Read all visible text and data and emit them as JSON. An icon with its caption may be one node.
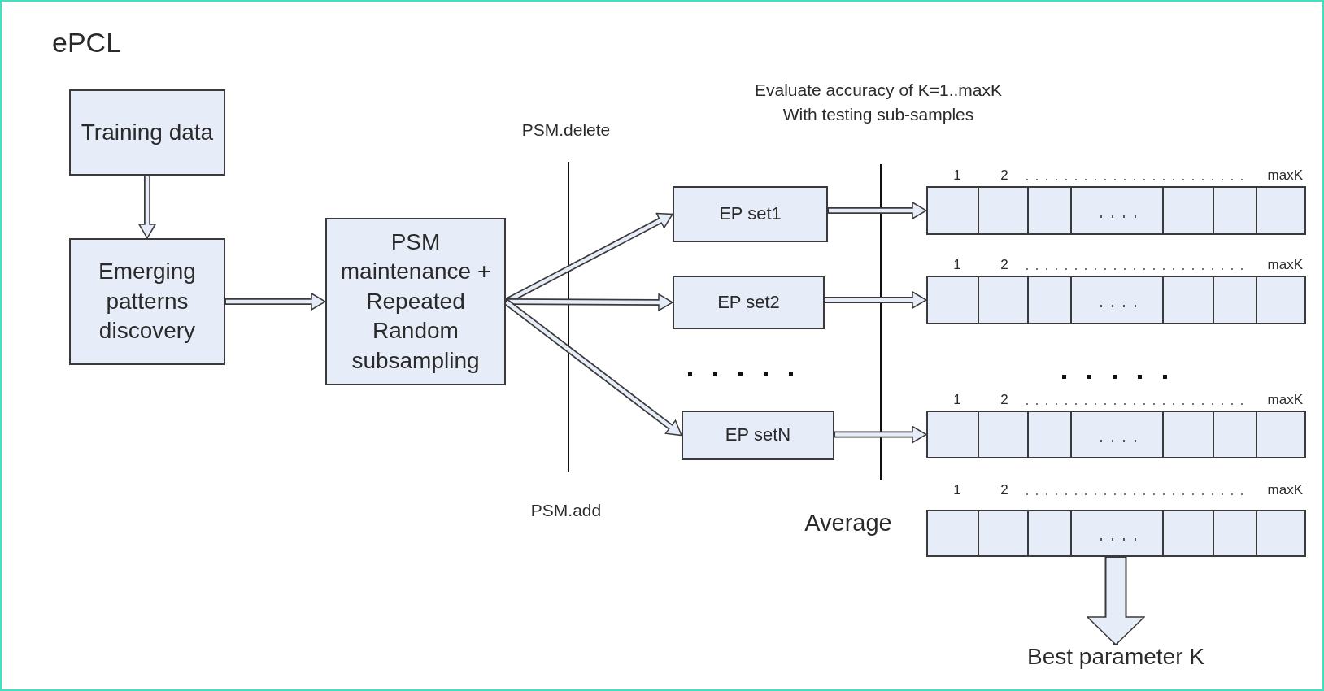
{
  "diagram": {
    "title": "ePCL",
    "nodes": [
      {
        "text": [
          "Training data"
        ]
      },
      {
        "text": [
          "Emerging patterns discovery"
        ]
      },
      {
        "text": [
          "PSM maintenance + Repeated Random subsampling"
        ]
      },
      {
        "text": [
          "EP set1"
        ]
      },
      {
        "text": [
          "EP set2"
        ]
      },
      {
        "text": [
          "EP setN"
        ]
      },
      {
        "text": [],
        "shape": "bar",
        "beside": [
          "1",
          "2",
          "maxK"
        ]
      },
      {
        "text": [],
        "shape": "bar",
        "beside": [
          "1",
          "2",
          "maxK"
        ]
      },
      {
        "text": [],
        "shape": "bar",
        "beside": [
          "1",
          "2",
          "maxK"
        ]
      },
      {
        "text": [],
        "shape": "bar",
        "beside": [
          "1",
          "2",
          "maxK"
        ]
      },
      {
        "text": [
          "Best parameter K"
        ]
      }
    ],
    "edges": [
      {
        "from": 0,
        "to": 1,
        "arrow": "to"
      },
      {
        "from": 1,
        "to": 2,
        "arrow": "to"
      },
      {
        "from": 2,
        "to": 3,
        "arrow": "to"
      },
      {
        "from": 2,
        "to": 4,
        "arrow": "to"
      },
      {
        "from": 2,
        "to": 5,
        "arrow": "to"
      },
      {
        "from": 3,
        "to": 6,
        "arrow": "to"
      },
      {
        "from": 4,
        "to": 7,
        "arrow": "to"
      },
      {
        "from": 5,
        "to": 8,
        "arrow": "to"
      },
      {
        "from": 9,
        "to": 10,
        "arrow": "to",
        "style": "thick"
      }
    ],
    "labels": [
      "Evaluate accuracy of K=1..maxK With testing sub-samples",
      "PSM.delete",
      "PSM.add",
      "Average"
    ]
  }
}
